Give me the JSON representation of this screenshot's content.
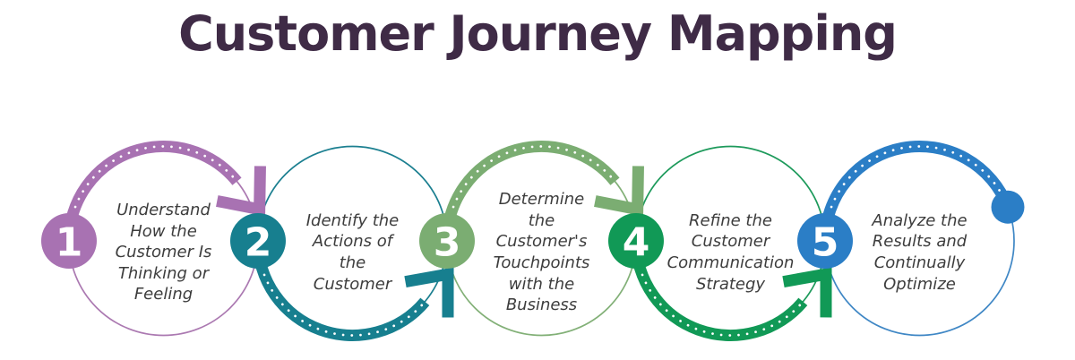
{
  "title": "Customer Journey Mapping",
  "title_color": "#3f2b46",
  "text_color": "#3d3d3d",
  "background_color": "#ffffff",
  "dot_pattern_color": "#ffffff",
  "steps": [
    {
      "number": "1",
      "text": "Understand\nHow the\nCustomer Is\nThinking or\nFeeling",
      "color": "#a872b2",
      "line_color": "#ab79b1"
    },
    {
      "number": "2",
      "text": "Identify the\nActions of\nthe\nCustomer",
      "color": "#177f8f",
      "line_color": "#1b7f90"
    },
    {
      "number": "3",
      "text": "Determine\nthe\nCustomer's\nTouchpoints\nwith the\nBusiness",
      "color": "#7bad72",
      "line_color": "#82b077"
    },
    {
      "number": "4",
      "text": "Refine the\nCustomer\nCommunication\nStrategy",
      "color": "#119956",
      "line_color": "#1d9a5b"
    },
    {
      "number": "5",
      "text": "Analyze the\nResults and\nContinually\nOptimize",
      "color": "#2b7ec6",
      "line_color": "#3f87c5"
    }
  ]
}
